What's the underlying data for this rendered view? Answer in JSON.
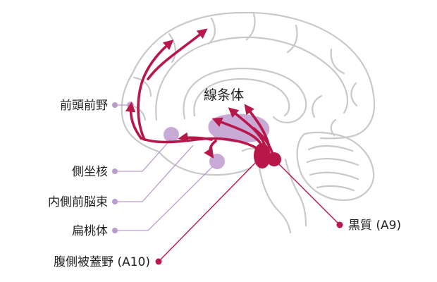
{
  "colors": {
    "pathway": "#b8174a",
    "nucleus": "#c9a9d6",
    "leader": "#b99bcc",
    "outline": "#c9c9c9",
    "text": "#222222"
  },
  "labels": {
    "striatum": "線条体",
    "prefrontal_cortex": "前頭前野",
    "nucleus_accumbens": "側坐核",
    "medial_forebrain_bundle": "内側前脳束",
    "amygdala": "扁桃体",
    "substantia_nigra": "黒質 (A9)",
    "ventral_tegmental_area": "腹側被蓋野 (A10)"
  }
}
